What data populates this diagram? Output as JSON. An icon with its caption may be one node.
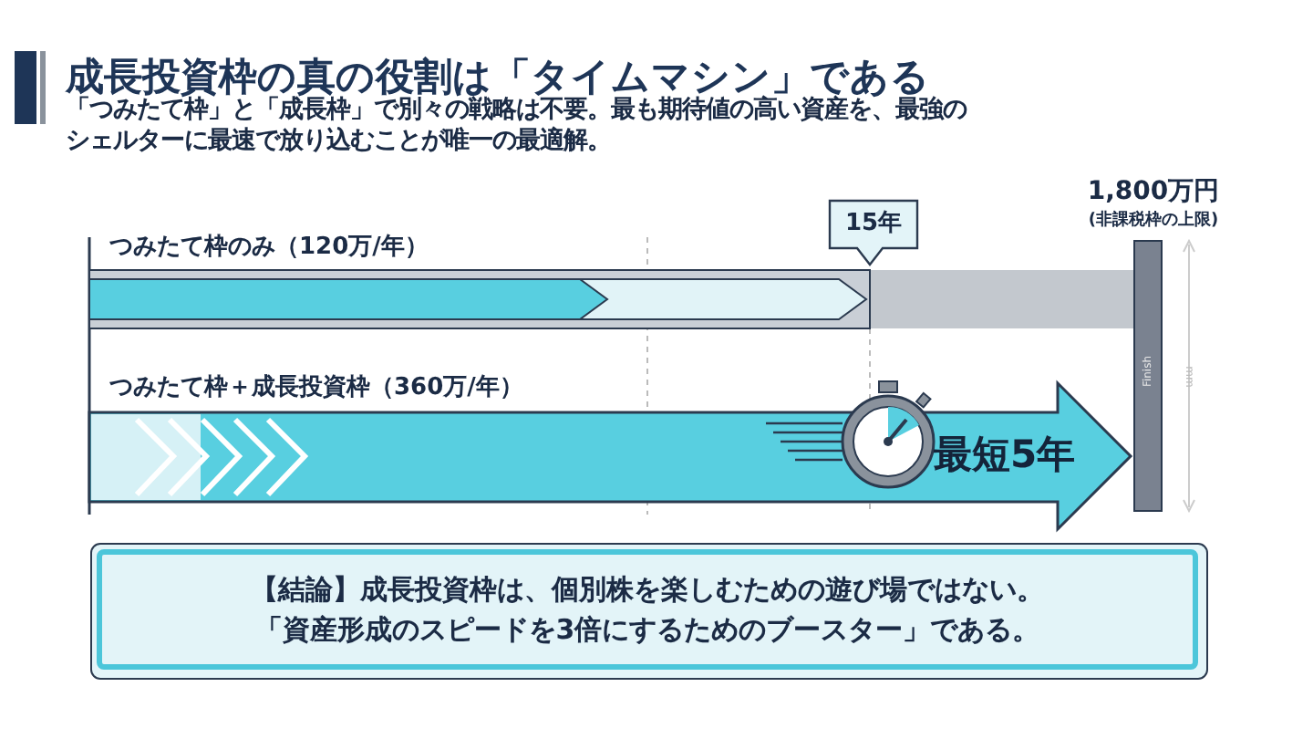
{
  "diagram": {
    "title": "成長投資枠の真の役割は「タイムマシン」である",
    "nodes": [
      {
        "text": [
          "【結論】成長投資枠は、個別株を楽しむための遊び場ではない。",
          "「資産形成のスピードを3倍にするためのブースター」である。"
        ]
      }
    ],
    "labels": [
      "「つみたて枠」と「成長枠」で別々の戦略は不要。最も期待値の高い資産を、最強のシェルターに最速で放り込むことが唯一の最適解。",
      "1,800万円",
      "(非課税枠の上限)",
      "つみたて枠のみ（120万/年）",
      "15年",
      "Finish",
      "mm",
      "つみたて枠＋成長投資枠（360万/年）",
      "最短5年"
    ]
  }
}
